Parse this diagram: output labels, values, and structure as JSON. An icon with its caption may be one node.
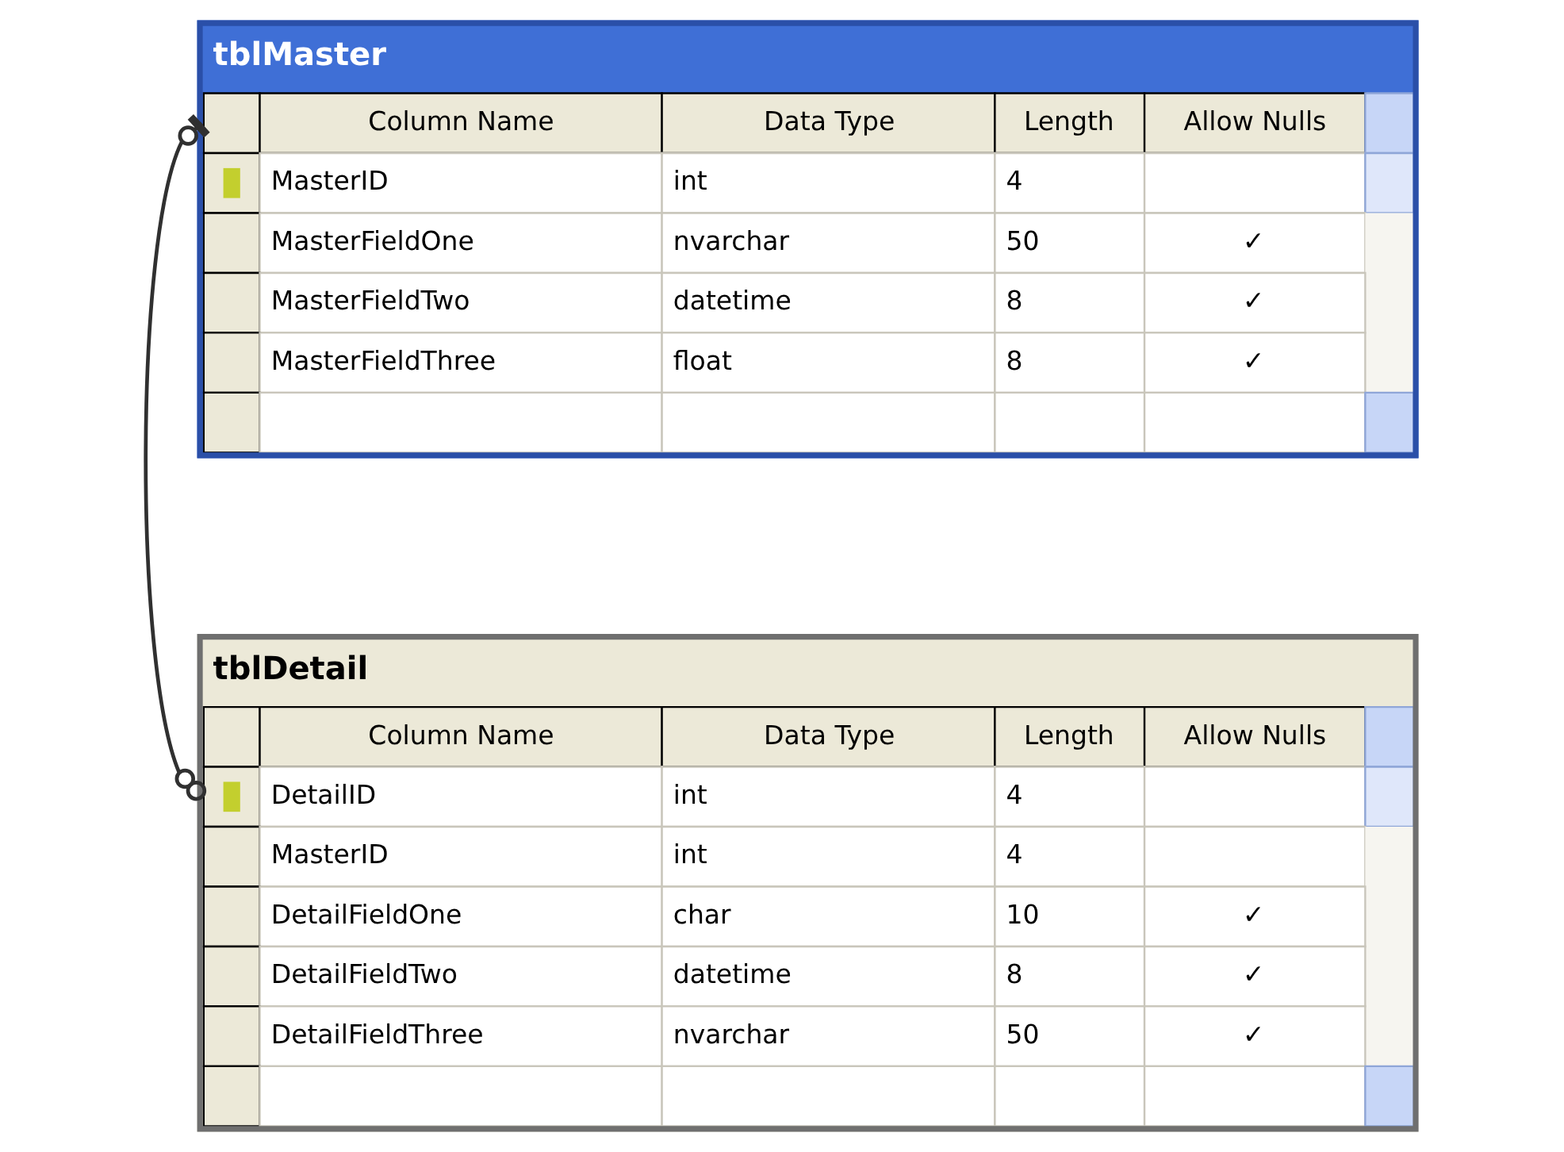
{
  "diagram": {
    "nodes": [
      {
        "text": [
          "tblMaster",
          "Column Name",
          "Data Type",
          "Length",
          "Allow Nulls",
          "MasterID",
          "int",
          "4",
          "MasterFieldOne",
          "nvarchar",
          "50",
          "✓",
          "MasterFieldTwo",
          "datetime",
          "8",
          "✓",
          "MasterFieldThree",
          "float",
          "8",
          "✓"
        ]
      },
      {
        "text": [
          "tblDetail",
          "Column Name",
          "Data Type",
          "Length",
          "Allow Nulls",
          "DetailID",
          "int",
          "4",
          "MasterID",
          "int",
          "4",
          "DetailFieldOne",
          "char",
          "10",
          "✓",
          "DetailFieldTwo",
          "datetime",
          "8",
          "✓",
          "DetailFieldThree",
          "nvarchar",
          "50",
          "✓"
        ]
      }
    ],
    "edges": [
      {
        "from": 0,
        "to": 1,
        "arrow": "other"
      }
    ]
  }
}
